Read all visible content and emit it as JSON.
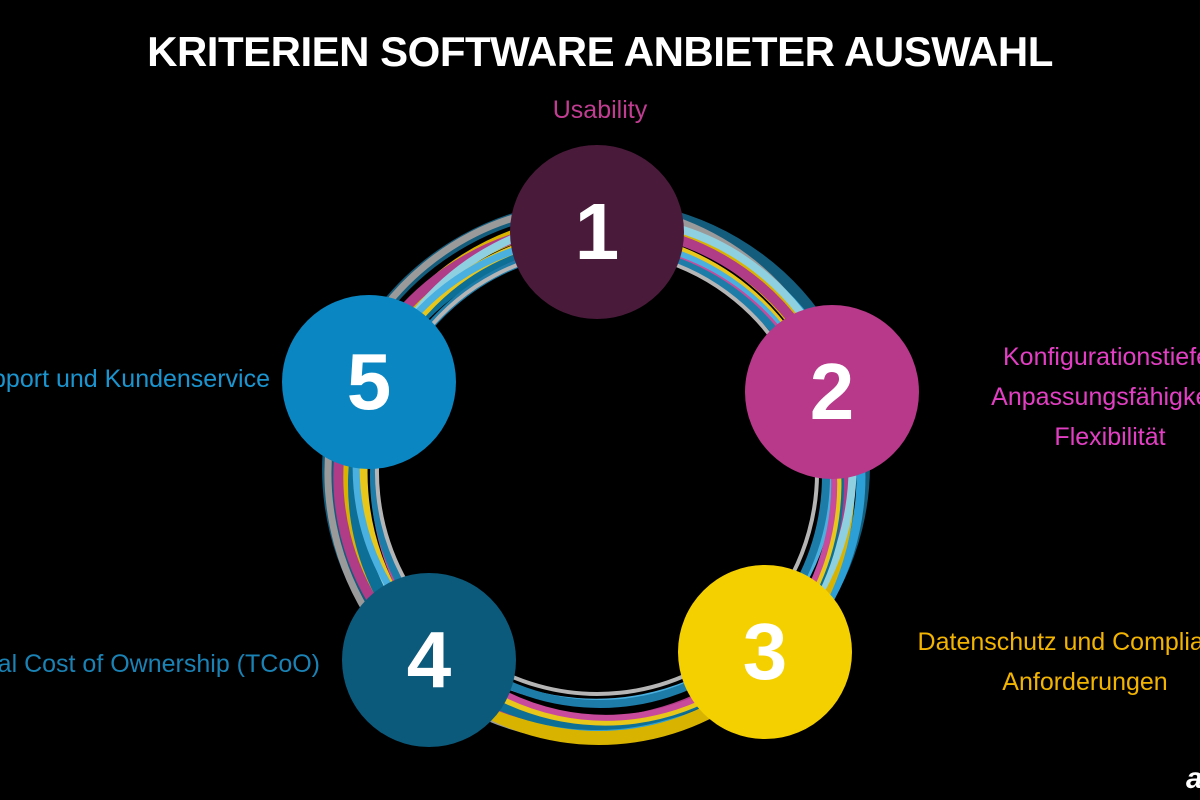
{
  "title": "KRITERIEN SOFTWARE ANBIETER AUSWAHL",
  "colors": {
    "background": "#000000",
    "node1": "#4a1a3a",
    "node2": "#b8398a",
    "node3": "#f5d000",
    "node4": "#0b5a7c",
    "node5": "#0a86c2",
    "label1": "#c13d92",
    "label2": "#e33fc4",
    "label3": "#f2b400",
    "label4": "#1a82b4",
    "label5": "#1a95d0"
  },
  "nodes": [
    {
      "number": "1",
      "label": "Usability"
    },
    {
      "number": "2",
      "label_lines": [
        "Konfigurationstiefe,",
        "Anpassungsfähigkeit,",
        "Flexibilität"
      ]
    },
    {
      "number": "3",
      "label_lines": [
        "Datenschutz und Compliance-",
        "Anforderungen"
      ]
    },
    {
      "number": "4",
      "label": "Total Cost of Ownership (TCoO)"
    },
    {
      "number": "5",
      "label": "Support und Kundenservice"
    }
  ],
  "logo": "a"
}
